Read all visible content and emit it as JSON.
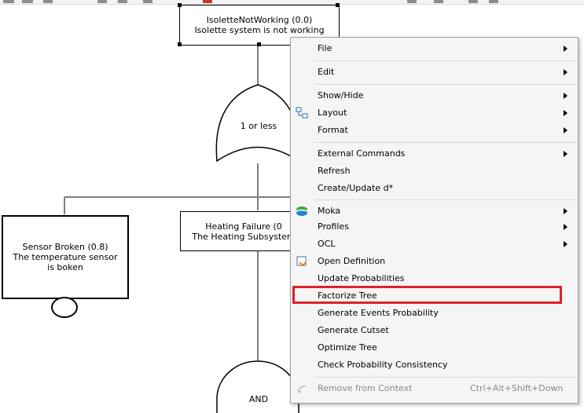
{
  "diagram": {
    "top_event": {
      "name": "IsoletteNotWorking (0.0)",
      "description": "Isolette system is not working"
    },
    "or_gate": {
      "label": "1 or less"
    },
    "basic_event": {
      "name": "Sensor Broken (0.8)",
      "description": "The temperature sensor is boken"
    },
    "heating_event": {
      "name": "Heating Failure (0",
      "description": "The Heating Subsystem"
    },
    "and_gate": {
      "label": "AND"
    }
  },
  "context_menu": {
    "items": [
      {
        "label": "File",
        "submenu": true
      },
      {
        "label": "Edit",
        "submenu": true
      },
      {
        "label": "Show/Hide",
        "submenu": true
      },
      {
        "label": "Layout",
        "submenu": true,
        "icon": "layout-icon"
      },
      {
        "label": "Format",
        "submenu": true
      },
      {
        "label": "External Commands",
        "submenu": true
      },
      {
        "label": "Refresh"
      },
      {
        "label": "Create/Update d*"
      },
      {
        "label": "Moka",
        "submenu": true,
        "icon": "moka-icon"
      },
      {
        "label": "Profiles",
        "submenu": true
      },
      {
        "label": "OCL",
        "submenu": true
      },
      {
        "label": "Open Definition",
        "icon": "open-definition-icon"
      },
      {
        "label": "Update Probabilities"
      },
      {
        "label": "Factorize Tree",
        "highlighted": true
      },
      {
        "label": "Generate Events Probability"
      },
      {
        "label": "Generate Cutset"
      },
      {
        "label": "Optimize Tree"
      },
      {
        "label": "Check Probability Consistency"
      },
      {
        "label": "Remove from Context",
        "disabled": true,
        "shortcut": "Ctrl+Alt+Shift+Down",
        "icon": "remove-context-icon"
      }
    ]
  },
  "colors": {
    "highlight": "#e02128",
    "menu_background": "#f5f5f5",
    "moka_green": "#3aaa35",
    "moka_blue": "#1e88c8"
  }
}
